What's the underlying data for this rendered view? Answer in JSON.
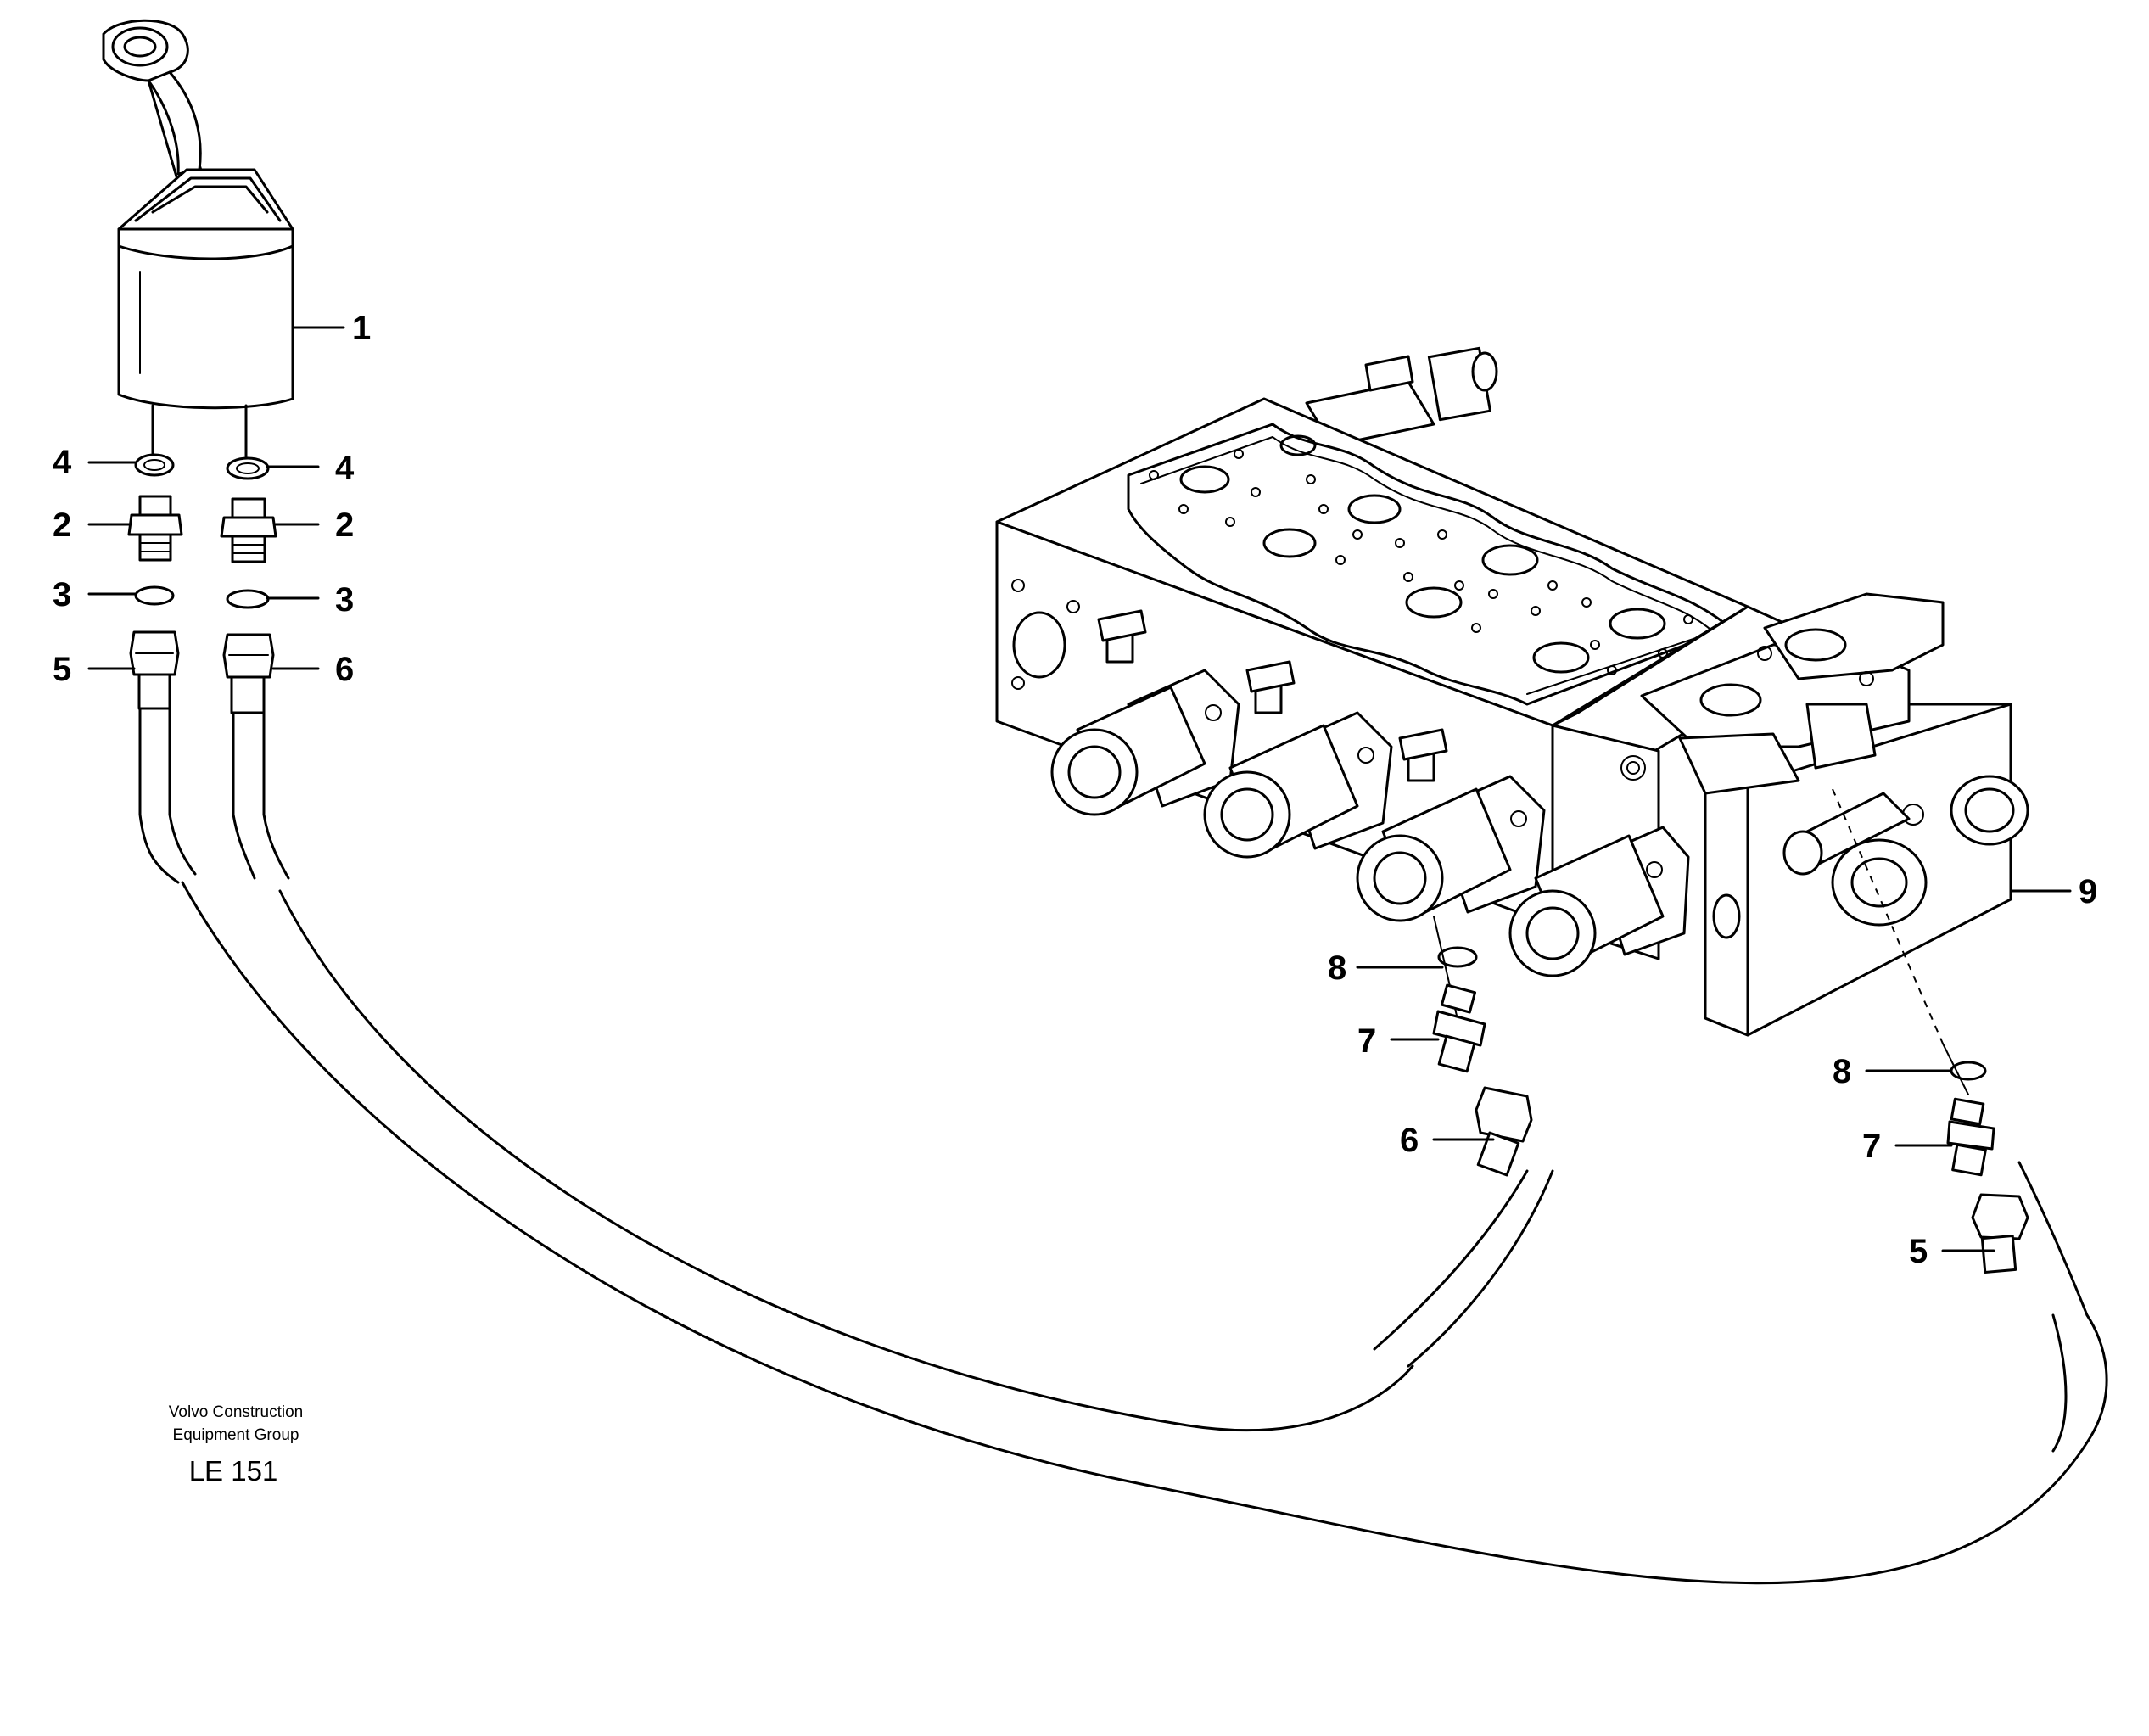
{
  "credit": {
    "line1": "Volvo Construction",
    "line2": "Equipment Group",
    "code": "LE 151"
  },
  "callouts": {
    "c1": "1",
    "c4a": "4",
    "c4b": "4",
    "c2a": "2",
    "c2b": "2",
    "c3a": "3",
    "c3b": "3",
    "c5a": "5",
    "c6a": "6",
    "c9": "9",
    "c8a": "8",
    "c7a": "7",
    "c6b": "6",
    "c8b": "8",
    "c7b": "7",
    "c5b": "5"
  }
}
